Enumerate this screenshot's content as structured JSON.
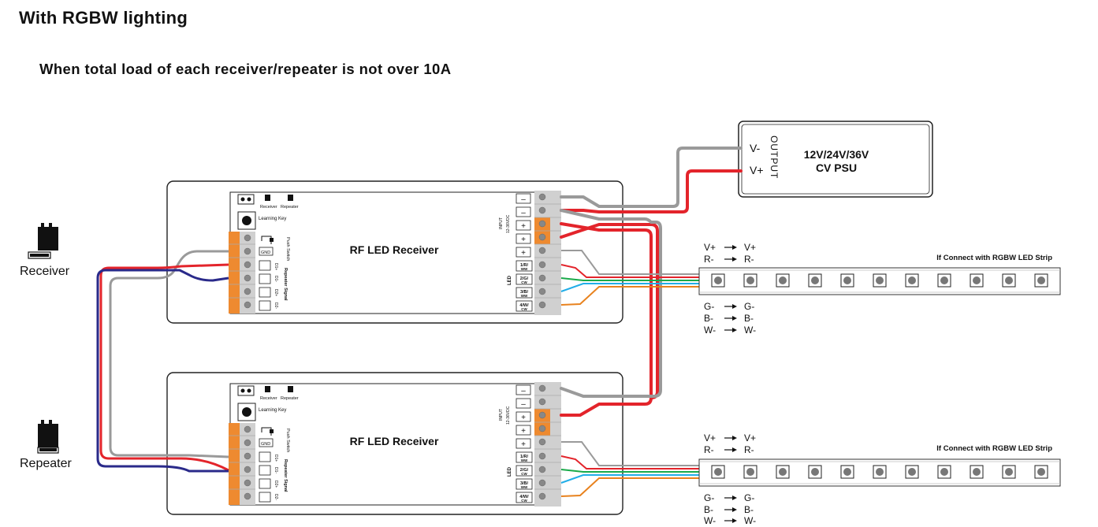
{
  "title": "With RGBW lighting",
  "subtitle": "When total load of each receiver/repeater is not over 10A",
  "psu": {
    "v_minus": "V-",
    "v_plus": "V+",
    "output": "OUTPUT",
    "line1": "12V/24V/36V",
    "line2": "CV PSU"
  },
  "roles": {
    "receiver": "Receiver",
    "repeater": "Repeater"
  },
  "module": {
    "name": "RF LED Receiver",
    "ind_receiver": "Receiver",
    "ind_repeater": "Repeater",
    "learning_key": "Learning Key",
    "push_switch": "Push Switch",
    "gnd": "GND",
    "repeater_signal": "Repeater Signal",
    "d1plus": "D1+",
    "d1minus": "D1-",
    "d2plus": "D2+",
    "d2minus": "D2-",
    "input": "INPUT",
    "input_range": "12-36VDC",
    "led": "LED",
    "minus": "–",
    "plus": "+",
    "ch1_top": "1/R/",
    "ch1_bot": "WW",
    "ch2_top": "2/G/",
    "ch2_bot": "CW",
    "ch3_top": "3/B/",
    "ch3_bot": "WW",
    "ch4_top": "4/W/",
    "ch4_bot": "CW"
  },
  "strip": {
    "label": "If Connect with RGBW LED Strip",
    "vplus": "V+",
    "rminus": "R-",
    "gminus": "G-",
    "bminus": "B-",
    "wminus": "W-"
  },
  "colors": {
    "red": "#e3242b",
    "gray": "#9a9a9a",
    "blue": "#2a2a8a",
    "green": "#1aaa4a",
    "cyan": "#22aee8",
    "orange": "#e8821e",
    "terminal_orange": "#ee8a30"
  }
}
